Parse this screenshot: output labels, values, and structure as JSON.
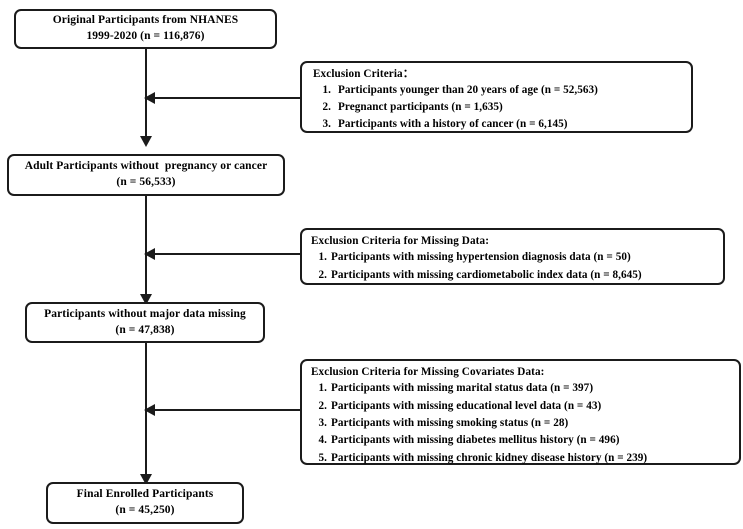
{
  "chart_data": {
    "type": "diagram",
    "title": "NHANES participant selection flow diagram",
    "nodes": [
      {
        "id": "n1",
        "label": "Original Participants from NHANES 1999-2020 (n = 116,876)",
        "n": 116876
      },
      {
        "id": "n2",
        "label": "Adult Participants without  pregnancy or cancer (n = 56,533)",
        "n": 56533
      },
      {
        "id": "n3",
        "label": "Participants without major data missing (n = 47,838)",
        "n": 47838
      },
      {
        "id": "n4",
        "label": "Final Enrolled Participants (n = 45,250)",
        "n": 45250
      }
    ],
    "exclusions": [
      {
        "after": "n1",
        "items": [
          52563,
          1635,
          6145
        ]
      },
      {
        "after": "n2",
        "items": [
          50,
          8645
        ]
      },
      {
        "after": "n3",
        "items": [
          397,
          43,
          28,
          496,
          239
        ]
      }
    ]
  },
  "flow": {
    "node1": {
      "line1": "Original Participants from NHANES",
      "line2": "1999-2020 (n = 116,876)"
    },
    "node2": {
      "line1": "Adult Participants without  pregnancy or cancer",
      "line2": "(n = 56,533)"
    },
    "node3": {
      "line1": "Participants without major data missing",
      "line2": "(n = 47,838)"
    },
    "node4": {
      "line1": "Final Enrolled Participants",
      "line2": "(n = 45,250)"
    },
    "exclusion1": {
      "title": "Exclusion Criteria：",
      "items": [
        {
          "num": "1.",
          "text": "Participants younger than 20 years of age (n = 52,563)"
        },
        {
          "num": "2.",
          "text": "Pregnanct participants (n = 1,635)"
        },
        {
          "num": "3.",
          "text": "Participants with a history of cancer (n = 6,145)"
        }
      ]
    },
    "exclusion2": {
      "title": "Exclusion Criteria for Missing Data:",
      "items": [
        {
          "num": "1.",
          "text": "Participants with missing hypertension diagnosis data (n = 50)"
        },
        {
          "num": "2.",
          "text": "Participants with missing cardiometabolic index data (n = 8,645)"
        }
      ]
    },
    "exclusion3": {
      "title": "Exclusion Criteria for Missing Covariates Data:",
      "items": [
        {
          "num": "1.",
          "text": "Participants with missing marital status data (n = 397)"
        },
        {
          "num": "2.",
          "text": "Participants with missing educational level data (n = 43)"
        },
        {
          "num": "3.",
          "text": "Participants with missing smoking status (n = 28)"
        },
        {
          "num": "4.",
          "text": "Participants with missing diabetes mellitus history (n = 496)"
        },
        {
          "num": "5.",
          "text": "Participants with missing chronic kidney disease history (n = 239)"
        }
      ]
    }
  },
  "colors": {
    "stroke": "#1b1b1b",
    "background": "#ffffff"
  }
}
